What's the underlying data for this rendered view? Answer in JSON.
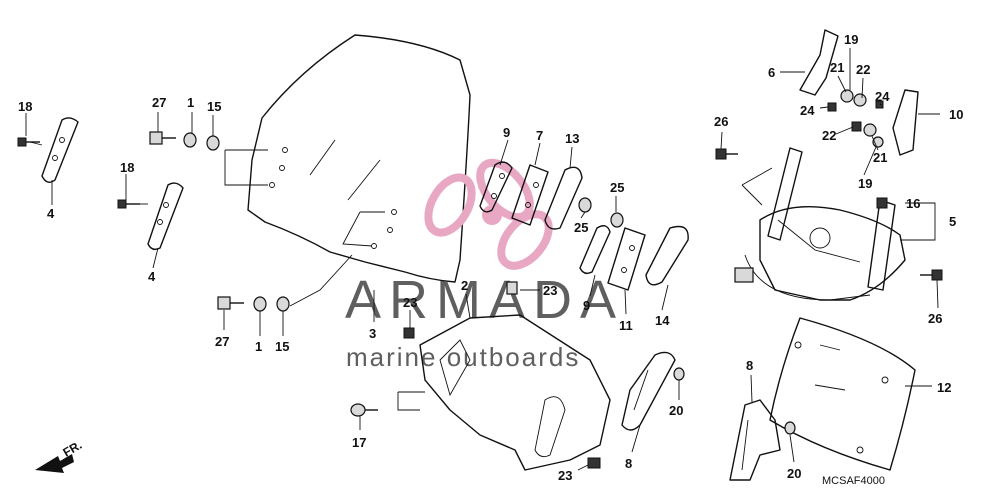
{
  "diagram_code": "MCSAF4000",
  "front_indicator": "FR.",
  "watermark": {
    "brand": "ARMADA",
    "tagline": "marine outboards",
    "accent_color": "#e8a7c2"
  },
  "callouts": {
    "c1a": "1",
    "c1b": "1",
    "c2": "2",
    "c3": "3",
    "c4a": "4",
    "c4b": "4",
    "c5": "5",
    "c6": "6",
    "c7": "7",
    "c8a": "8",
    "c8b": "8",
    "c9a": "9",
    "c9b": "9",
    "c10": "10",
    "c11": "11",
    "c12": "12",
    "c13": "13",
    "c14": "14",
    "c15a": "15",
    "c15b": "15",
    "c16": "16",
    "c17": "17",
    "c18a": "18",
    "c18b": "18",
    "c19a": "19",
    "c19b": "19",
    "c20a": "20",
    "c20b": "20",
    "c21a": "21",
    "c21b": "21",
    "c22a": "22",
    "c22b": "22",
    "c23a": "23",
    "c23b": "23",
    "c23c": "23",
    "c24a": "24",
    "c24b": "24",
    "c25a": "25",
    "c25b": "25",
    "c26a": "26",
    "c26b": "26",
    "c27a": "27",
    "c27b": "27"
  }
}
